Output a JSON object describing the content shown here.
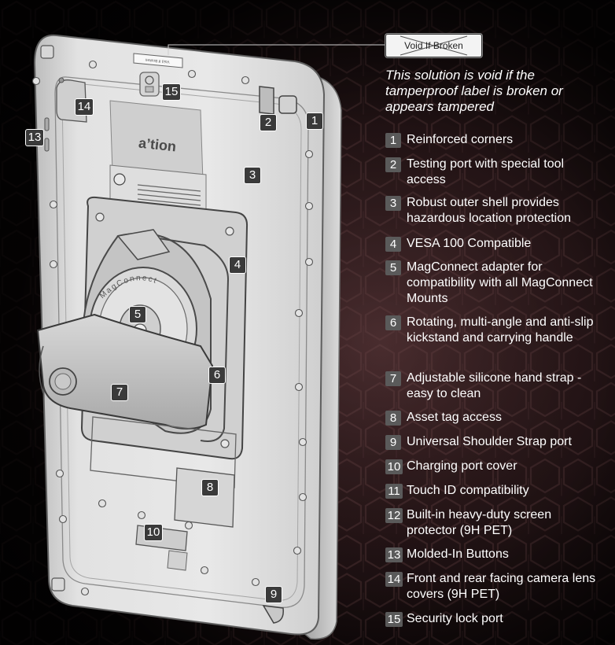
{
  "void_label": {
    "text": "Void If Broken"
  },
  "void_note": "This solution is void if the tamperproof label is broken or appears tampered",
  "device": {
    "brand": "a’tion",
    "hub_text": "MagConnect",
    "sticker_text": "Void If Broken"
  },
  "features": [
    {
      "num": "1",
      "text": "Reinforced corners"
    },
    {
      "num": "2",
      "text": "Testing port with special tool access"
    },
    {
      "num": "3",
      "text": "Robust outer shell provides hazardous location protection"
    },
    {
      "num": "4",
      "text": "VESA 100 Compatible"
    },
    {
      "num": "5",
      "text": "MagConnect adapter for compatibility with all MagConnect Mounts"
    },
    {
      "num": "6",
      "text": "Rotating, multi-angle and anti-slip kickstand and carrying handle"
    },
    {
      "num": "7",
      "text": "Adjustable silicone hand strap - easy to clean"
    },
    {
      "num": "8",
      "text": "Asset tag access"
    },
    {
      "num": "9",
      "text": "Universal Shoulder Strap port"
    },
    {
      "num": "10",
      "text": "Charging port cover"
    },
    {
      "num": "11",
      "text": "Touch ID compatibility"
    },
    {
      "num": "12",
      "text": "Built-in heavy-duty screen protector (9H PET)"
    },
    {
      "num": "13",
      "text": "Molded-In Buttons"
    },
    {
      "num": "14",
      "text": "Front and rear facing camera lens covers (9H PET)"
    },
    {
      "num": "15",
      "text": "Security lock port"
    }
  ],
  "markers": [
    {
      "num": "1"
    },
    {
      "num": "2"
    },
    {
      "num": "3"
    },
    {
      "num": "4"
    },
    {
      "num": "5"
    },
    {
      "num": "6"
    },
    {
      "num": "7"
    },
    {
      "num": "8"
    },
    {
      "num": "9"
    },
    {
      "num": "10"
    },
    {
      "num": "13"
    },
    {
      "num": "14"
    },
    {
      "num": "15"
    }
  ]
}
